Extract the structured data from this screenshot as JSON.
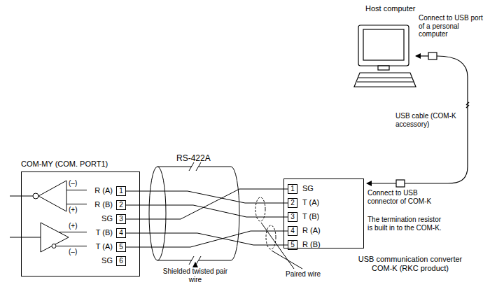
{
  "diagram": {
    "nodes": [
      {
        "text": [
          "COM-MY (COM. PORT1)"
        ]
      },
      {
        "text": [
          "1",
          "R (A)"
        ],
        "in": 0
      },
      {
        "text": [
          "2",
          "R (B)"
        ],
        "in": 0
      },
      {
        "text": [
          "3",
          "SG"
        ],
        "in": 0
      },
      {
        "text": [
          "4",
          "T (B)"
        ],
        "in": 0
      },
      {
        "text": [
          "5",
          "T (A)"
        ],
        "in": 0
      },
      {
        "text": [
          "6",
          "SG"
        ],
        "in": 0
      },
      {
        "text": [
          "USB communication converter COM-K (RKC product)"
        ]
      },
      {
        "text": [
          "1",
          "SG"
        ],
        "in": 7
      },
      {
        "text": [
          "2",
          "T (A)"
        ],
        "in": 7
      },
      {
        "text": [
          "3",
          "T (B)"
        ],
        "in": 7
      },
      {
        "text": [
          "4",
          "R (A)"
        ],
        "in": 7
      },
      {
        "text": [
          "5",
          "R (B)"
        ],
        "in": 7
      }
    ],
    "edges": [
      {
        "from": 1,
        "to": 9,
        "arrow": "none"
      },
      {
        "from": 2,
        "to": 10,
        "arrow": "none"
      },
      {
        "from": 3,
        "to": 8,
        "arrow": "none"
      },
      {
        "from": 4,
        "to": 12,
        "arrow": "none"
      },
      {
        "from": 5,
        "to": 11,
        "arrow": "none"
      }
    ],
    "labels": [
      "(–)",
      "(+)",
      "(+)",
      "(–)",
      "RS-422A",
      "Host computer",
      "Connect to USB port of a personal computer",
      "USB cable (COM-K accessory)",
      "Connect to USB connector of COM-K",
      "The termination resistor is built in to the COM-K.",
      "Shielded twisted pair wire",
      "Paired wire"
    ]
  }
}
